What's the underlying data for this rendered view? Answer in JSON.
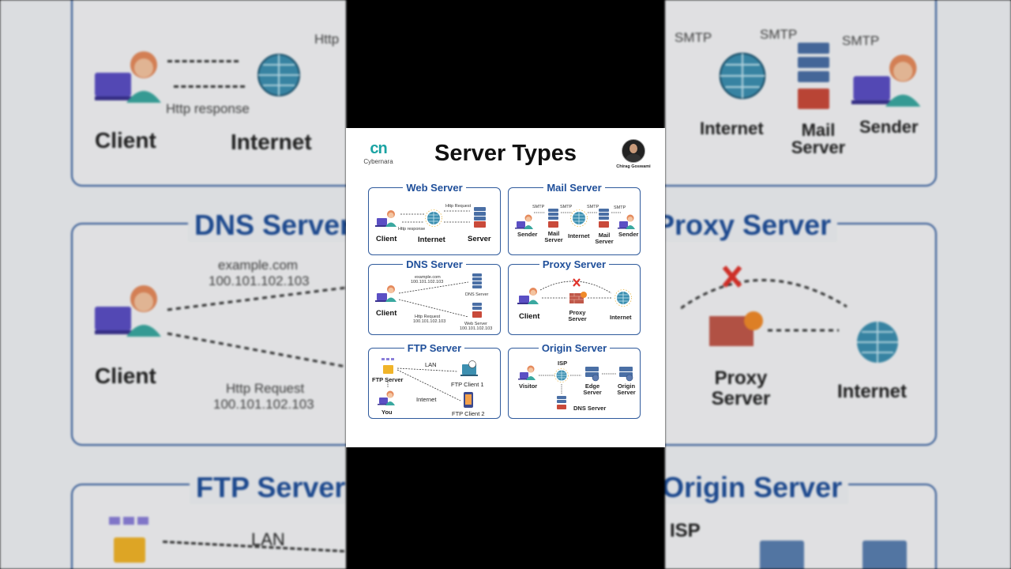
{
  "title": "Server Types",
  "brand": {
    "logo": "cn",
    "name": "Cybernara"
  },
  "author": {
    "name": "Chirag Goswami"
  },
  "panels": {
    "web": {
      "title": "Web Server",
      "client": "Client",
      "internet": "Internet",
      "server": "Server",
      "request": "Http Request",
      "response": "Http response"
    },
    "mail": {
      "title": "Mail Server",
      "sender1": "Sender",
      "mail1": "Mail Server",
      "internet": "Internet",
      "mail2": "Mail Server",
      "sender2": "Sender",
      "smtp": "SMTP"
    },
    "dns": {
      "title": "DNS Server",
      "client": "Client",
      "domain": "example.com",
      "ip1": "100.101.102.103",
      "dns_server": "DNS Server",
      "request": "Http Request",
      "ip2": "100.101.102.103",
      "web_server": "Web Server",
      "ip3": "100.101.102.103"
    },
    "proxy": {
      "title": "Proxy Server",
      "client": "Client",
      "proxy": "Proxy Server",
      "internet": "Internet"
    },
    "ftp": {
      "title": "FTP Server",
      "ftp_server": "FTP Server",
      "you": "You",
      "lan": "LAN",
      "internet": "Internet",
      "client1": "FTP Client 1",
      "client2": "FTP Client 2"
    },
    "origin": {
      "title": "Origin Server",
      "visitor": "Visitor",
      "isp": "ISP",
      "edge": "Edge Server",
      "origin": "Origin Server",
      "dns": "DNS Server"
    }
  },
  "background": {
    "left": {
      "client_top": "Client",
      "internet_top": "Internet",
      "http_top": "Http",
      "http_response": "Http response",
      "dns_title": "DNS Server",
      "domain": "example.com",
      "ip1": "100.101.102.103",
      "client_mid": "Client",
      "http_request": "Http Request",
      "ip2": "100.101.102.103",
      "ftp_title": "FTP Server",
      "lan": "LAN"
    },
    "right": {
      "smtp": "SMTP",
      "internet_top": "Internet",
      "mail_server": "Mail Server",
      "sender": "Sender",
      "proxy_title": "Proxy Server",
      "proxy_server": "Proxy Server",
      "internet_mid": "Internet",
      "origin_title": "Origin Server",
      "isp": "ISP"
    }
  },
  "colors": {
    "accent_blue": "#1f4f9a",
    "panel_border": "#2f5a9c",
    "globe_teal": "#3c8fb0",
    "server_blue": "#4a6fa5",
    "laptop_purple": "#5b4fc4",
    "red_cross": "#e0332b"
  }
}
